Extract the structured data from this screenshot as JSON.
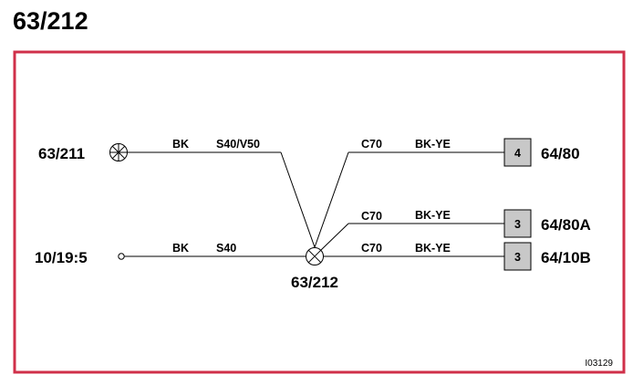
{
  "title": "63/212",
  "frame_color": "#d0304a",
  "connector_fill": "#c8c8c8",
  "nodes": {
    "left_top": "63/211",
    "left_bottom": "10/19:5",
    "junction": "63/212",
    "right_top": "64/80",
    "right_middle": "64/80A",
    "right_bottom": "64/10B"
  },
  "wires": {
    "top_left": {
      "color": "BK",
      "code": "S40/V50"
    },
    "bottom_left": {
      "color": "BK",
      "code": "S40"
    },
    "top_right": {
      "code": "C70",
      "color": "BK-YE"
    },
    "middle_right": {
      "code": "C70",
      "color": "BK-YE"
    },
    "bottom_right": {
      "code": "C70",
      "color": "BK-YE"
    }
  },
  "connectors": {
    "top": "4",
    "middle": "3",
    "bottom": "3"
  },
  "reference": "I03129"
}
